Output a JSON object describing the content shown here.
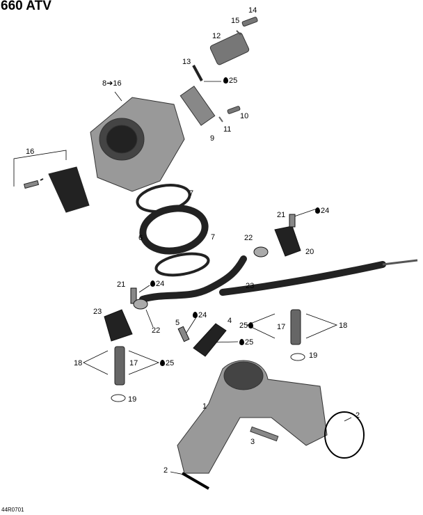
{
  "title": "660 ATV",
  "reference_code": "44R0701",
  "icons": {
    "lubricant": "drop-icon",
    "refer_to": "arrow-right-icon"
  },
  "callouts": [
    {
      "text": "14"
    },
    {
      "text": "15"
    },
    {
      "text": "12"
    },
    {
      "text": "13"
    },
    {
      "text": "25",
      "drop": true
    },
    {
      "text": "8",
      "arrow_to": "16"
    },
    {
      "text": "10"
    },
    {
      "text": "11"
    },
    {
      "text": "9"
    },
    {
      "text": "16"
    },
    {
      "text": "7"
    },
    {
      "text": "6"
    },
    {
      "text": "7"
    },
    {
      "text": "21"
    },
    {
      "text": "24",
      "drop": true
    },
    {
      "text": "22"
    },
    {
      "text": "20"
    },
    {
      "text": "21"
    },
    {
      "text": "24",
      "drop": true
    },
    {
      "text": "23"
    },
    {
      "text": "23"
    },
    {
      "text": "22"
    },
    {
      "text": "5"
    },
    {
      "text": "24",
      "drop": true
    },
    {
      "text": "4"
    },
    {
      "text": "25",
      "drop": true
    },
    {
      "text": "25",
      "drop": true
    },
    {
      "text": "17"
    },
    {
      "text": "18"
    },
    {
      "text": "19"
    },
    {
      "text": "18"
    },
    {
      "text": "17"
    },
    {
      "text": "25",
      "drop": true
    },
    {
      "text": "19"
    },
    {
      "text": "1"
    },
    {
      "text": "2"
    },
    {
      "text": "3"
    },
    {
      "text": "2"
    }
  ]
}
